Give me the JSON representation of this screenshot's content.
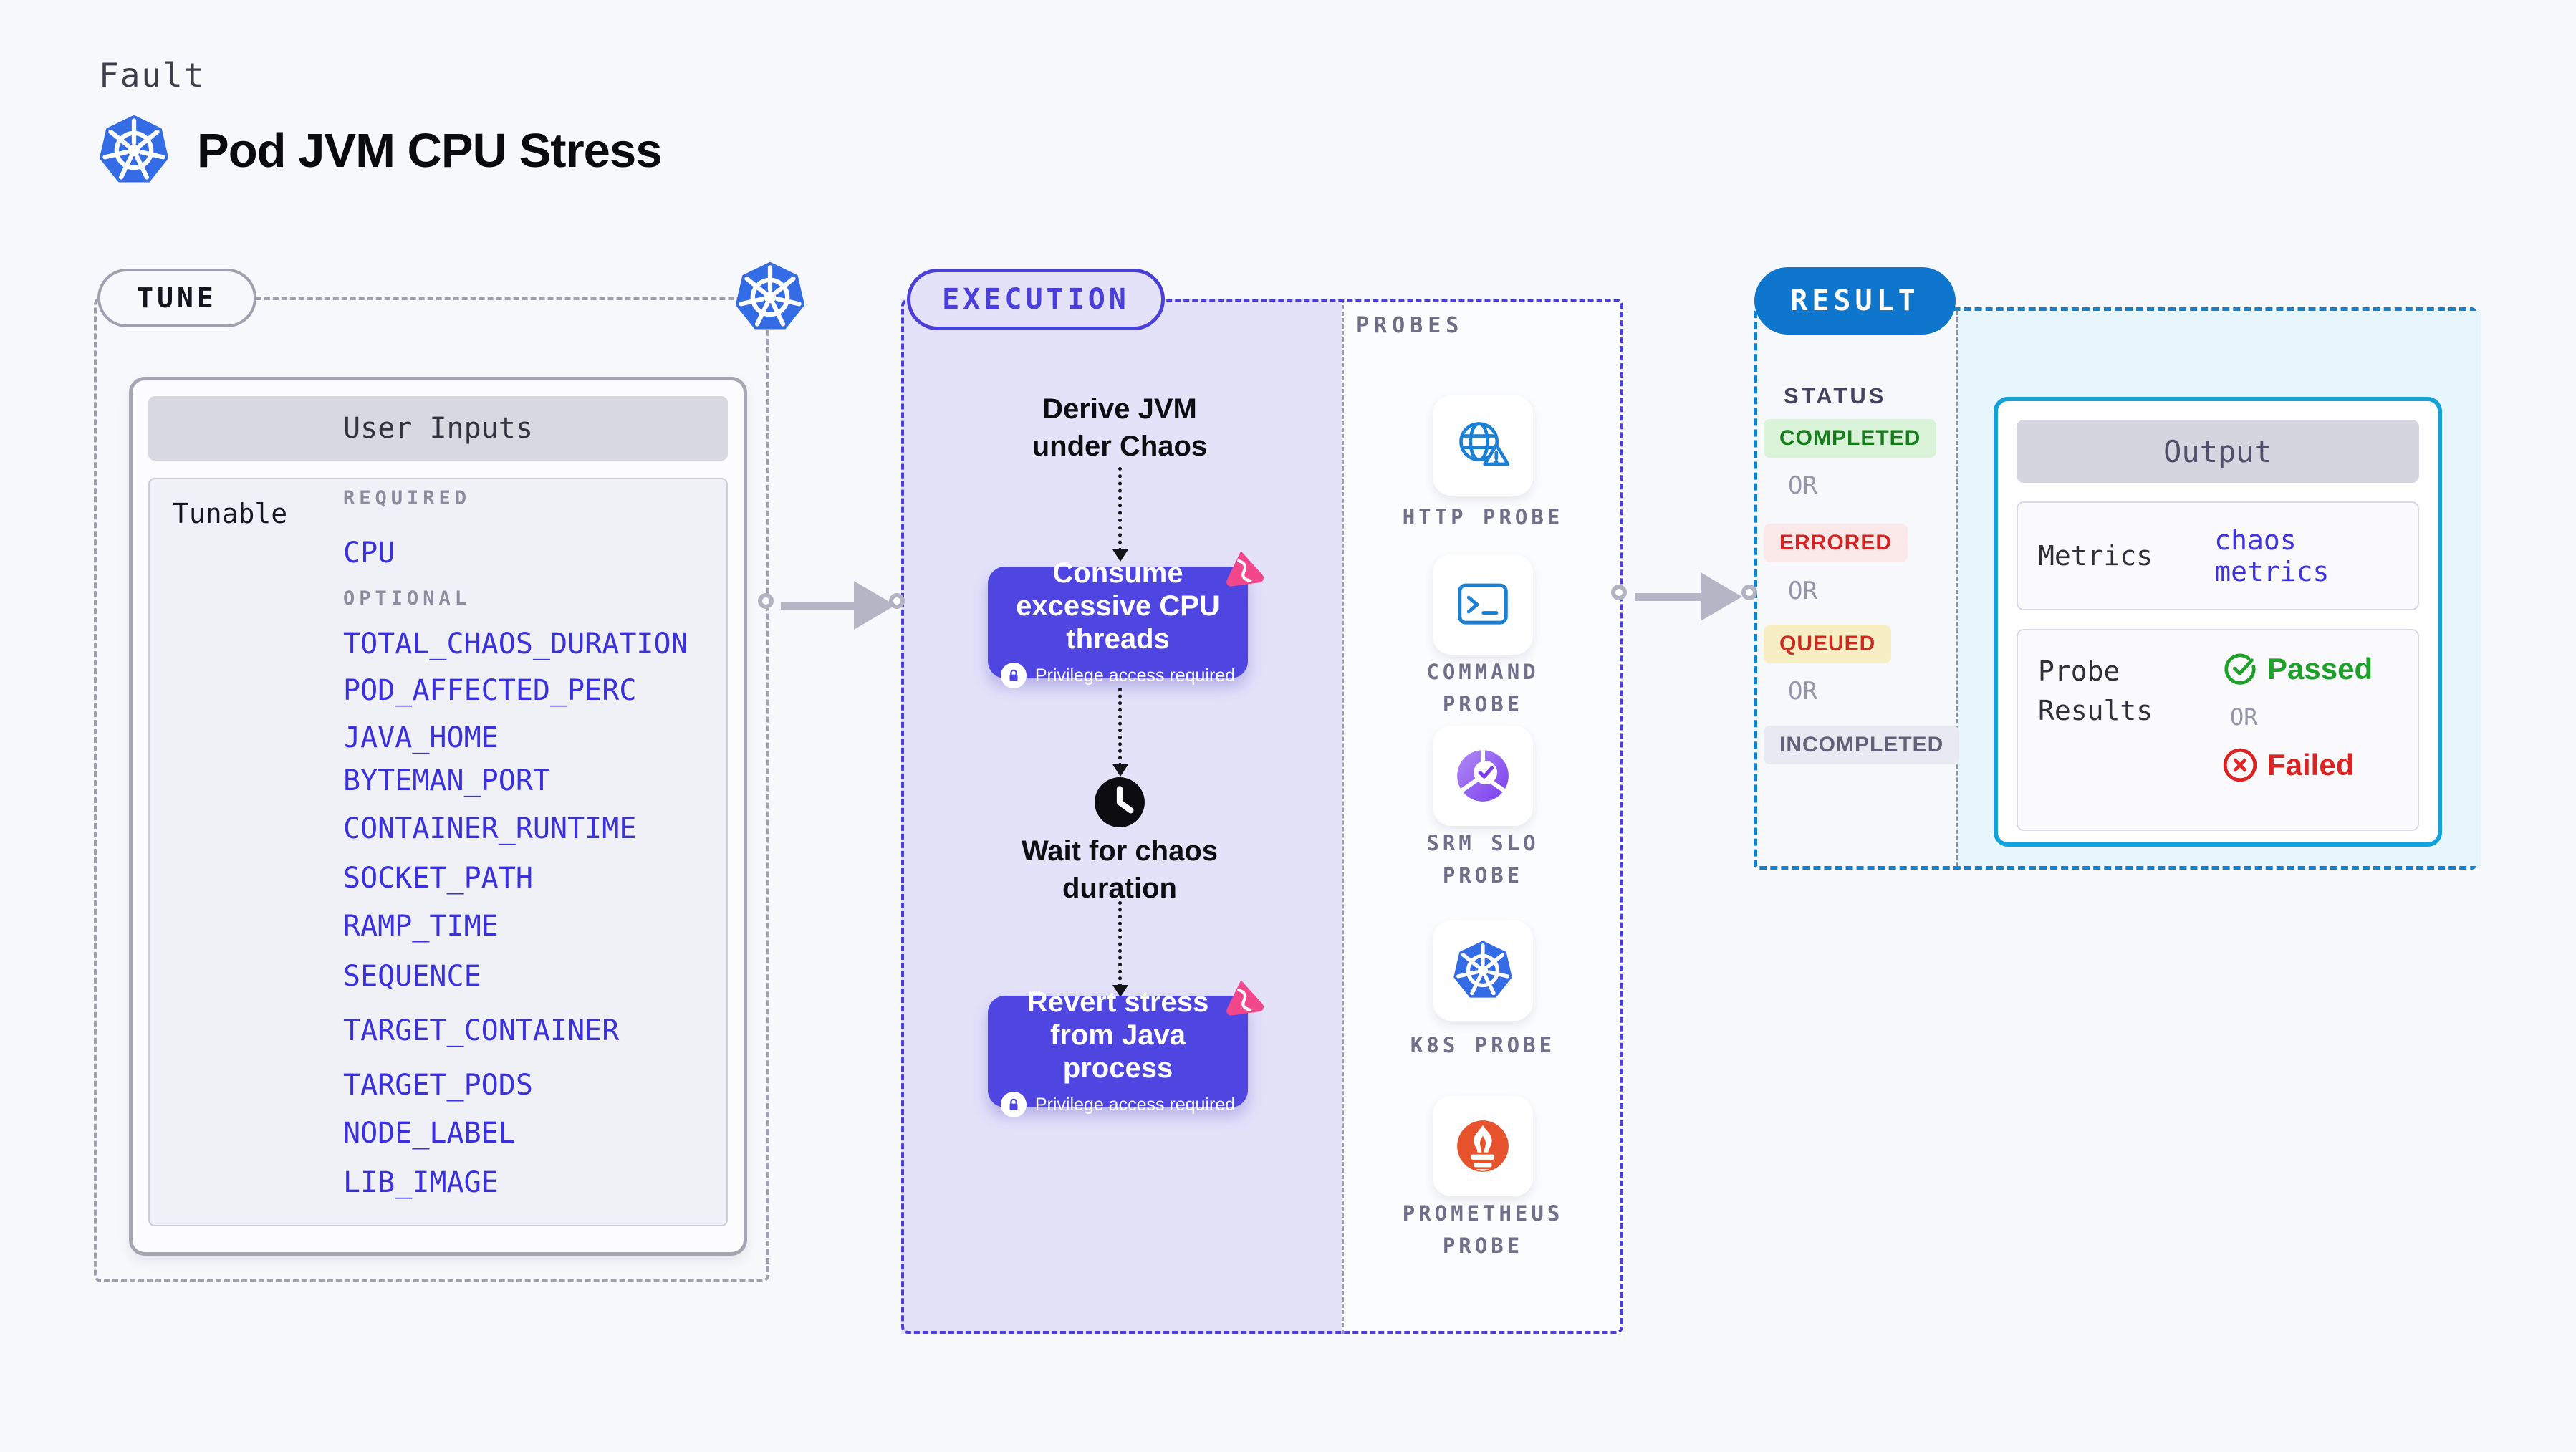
{
  "header": {
    "kicker": "Fault",
    "title": "Pod JVM CPU Stress",
    "title_icon": "kubernetes-icon"
  },
  "tune": {
    "badge": "TUNE",
    "corner_icon": "kubernetes-icon",
    "card_title": "User Inputs",
    "row_label": "Tunable",
    "sections": [
      {
        "label": "REQUIRED",
        "items": [
          "CPU"
        ]
      },
      {
        "label": "OPTIONAL",
        "items": [
          "TOTAL_CHAOS_DURATION",
          "POD_AFFECTED_PERC",
          "JAVA_HOME",
          "BYTEMAN_PORT",
          "CONTAINER_RUNTIME",
          "SOCKET_PATH",
          "RAMP_TIME",
          "SEQUENCE",
          "TARGET_CONTAINER",
          "TARGET_PODS",
          "NODE_LABEL",
          "LIB_IMAGE"
        ]
      }
    ]
  },
  "execution": {
    "badge": "EXECUTION",
    "steps": [
      {
        "type": "text",
        "label": "Derive JVM under Chaos"
      },
      {
        "type": "action",
        "label": "Consume excessive CPU threads",
        "note": "Privilege access required",
        "icon": "litmus-chaos-icon"
      },
      {
        "type": "wait",
        "label": "Wait for chaos duration",
        "icon": "clock-icon"
      },
      {
        "type": "action",
        "label": "Revert stress from Java process",
        "note": "Privilege access required",
        "icon": "litmus-chaos-icon"
      }
    ]
  },
  "probes": {
    "title": "PROBES",
    "items": [
      {
        "icon": "http-probe-icon",
        "lines": [
          "HTTP PROBE"
        ]
      },
      {
        "icon": "command-probe-icon",
        "lines": [
          "COMMAND",
          "PROBE"
        ]
      },
      {
        "icon": "srm-slo-probe-icon",
        "lines": [
          "SRM SLO",
          "PROBE"
        ]
      },
      {
        "icon": "k8s-probe-icon",
        "lines": [
          "K8S PROBE"
        ]
      },
      {
        "icon": "prometheus-probe-icon",
        "lines": [
          "PROMETHEUS",
          "PROBE"
        ]
      }
    ]
  },
  "result": {
    "badge": "RESULT",
    "status_label": "STATUS",
    "or_label": "OR",
    "statuses": [
      {
        "label": "COMPLETED",
        "color": "#167c1c",
        "background": "#d8f3d8"
      },
      {
        "label": "ERRORED",
        "color": "#d22626",
        "background": "#fbe9e9"
      },
      {
        "label": "QUEUED",
        "color": "#c92d22",
        "background": "#f8eec4"
      },
      {
        "label": "INCOMPLETED",
        "color": "#606078",
        "background": "#e9e9f1"
      }
    ],
    "output": {
      "title": "Output",
      "metrics_label": "Metrics",
      "metrics_value": "chaos metrics",
      "probe_results_label": "Probe Results",
      "passed_label": "Passed",
      "failed_label": "Failed"
    }
  },
  "colors": {
    "indigo_border": "#4a3fd9",
    "lavender_fill": "#e4e2f9",
    "action_box": "#4f46e2",
    "litmus_pink": "#f2478a",
    "result_blue": "#0f76cd",
    "result_dash": "#1780cb",
    "cyan_border": "#10a2da",
    "cyan_fill": "#e7f5fc",
    "passed_green": "#1ea12b",
    "failed_red": "#de2121",
    "kubernetes_blue": "#336ce5",
    "prometheus_orange": "#e6522c",
    "http_blue": "#1b7fd4",
    "item_indigo": "#3a31dd"
  }
}
